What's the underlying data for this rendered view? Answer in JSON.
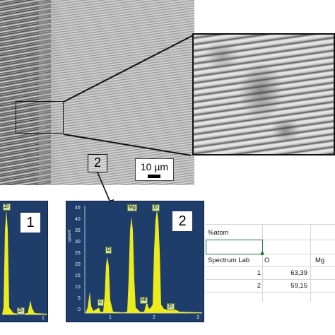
{
  "micrograph": {
    "scale_label": "10 µm",
    "marker_label": "2"
  },
  "spectra": [
    {
      "panel_label": "1",
      "peaks": [
        "Zr",
        "Zr"
      ],
      "x_ticks": [
        "1"
      ]
    },
    {
      "panel_label": "2",
      "y_axis_title": "cps/eV",
      "y_ticks": [
        "45",
        "40",
        "35",
        "30",
        "25",
        "20",
        "15",
        "10",
        "5",
        "0"
      ],
      "x_ticks": [
        "1",
        "2",
        "3"
      ],
      "peaks": [
        "Mg",
        "Zr",
        "O",
        "C",
        "Hf",
        "Zr"
      ]
    }
  ],
  "table": {
    "caption": "%atom",
    "headers": [
      "Spectrum Lab",
      "O",
      "Mg"
    ],
    "rows": [
      {
        "label": "1",
        "O": "63,39"
      },
      {
        "label": "2",
        "O": "59,15"
      }
    ]
  },
  "colors": {
    "spectrum_fill": "#ecec1a",
    "spectrum_background": "#1f3d6b",
    "selection": "#1e7b34"
  }
}
